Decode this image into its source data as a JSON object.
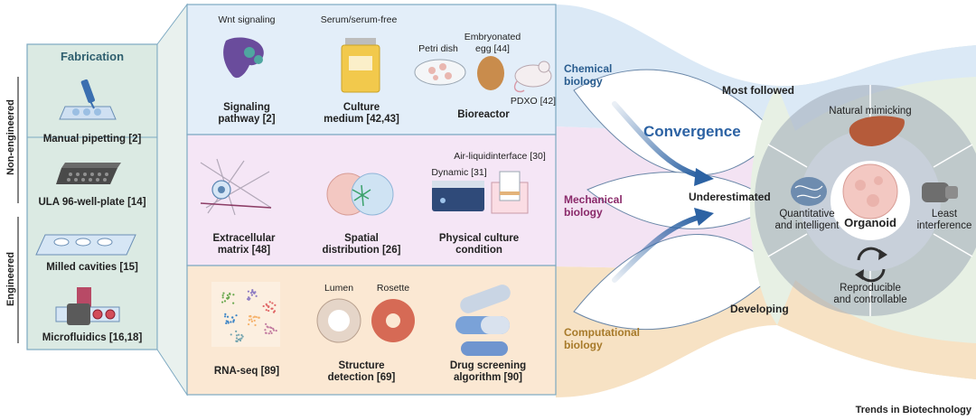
{
  "fabrication": {
    "title": "Fabrication",
    "non_engineered_label": "Non-engineered",
    "engineered_label": "Engineered",
    "items": [
      {
        "label": "Manual pipetting [2]"
      },
      {
        "label": "ULA 96-well-plate [14]"
      },
      {
        "label": "Milled cavities [15]"
      },
      {
        "label": "Microfluidics [16,18]"
      }
    ]
  },
  "chemical": {
    "wnt_label": "Wnt signaling",
    "serum_label": "Serum/serum-free",
    "petri_label": "Petri dish",
    "egg_label_1": "Embryonated",
    "egg_label_2": "egg [44]",
    "pdxo_label": "PDXO [42]",
    "signaling_1": "Signaling",
    "signaling_2": "pathway [2]",
    "culture_1": "Culture",
    "culture_2": "medium [42,43]",
    "bioreactor": "Bioreactor"
  },
  "mechanical": {
    "air_liquid": "Air-liquidinterface [30]",
    "dynamic": "Dynamic [31]",
    "ecm_1": "Extracellular",
    "ecm_2": "matrix [48]",
    "spatial_1": "Spatial",
    "spatial_2": "distribution [26]",
    "physical_1": "Physical culture",
    "physical_2": "condition"
  },
  "computational": {
    "lumen": "Lumen",
    "rosette": "Rosette",
    "rnaseq": "RNA-seq [89]",
    "structure_1": "Structure",
    "structure_2": "detection [69]",
    "drug_1": "Drug screening",
    "drug_2": "algorithm [90]"
  },
  "flow": {
    "chemical_biology_1": "Chemical",
    "chemical_biology_2": "biology",
    "mechanical_biology_1": "Mechanical",
    "mechanical_biology_2": "biology",
    "computational_biology_1": "Computational",
    "computational_biology_2": "biology",
    "convergence": "Convergence",
    "most_followed": "Most followed",
    "underestimated": "Underestimated",
    "developing": "Developing"
  },
  "organoid": {
    "center": "Organoid",
    "natural": "Natural mimicking",
    "quant_1": "Quantitative",
    "quant_2": "and intelligent",
    "least_1": "Least",
    "least_2": "interference",
    "repro_1": "Reproducible",
    "repro_2": "and controllable"
  },
  "credit": "Trends in Biotechnology",
  "colors": {
    "fabrication_bg": "#dbeae3",
    "chemical_bg": "#e3eef9",
    "mechanical_bg": "#f5e6f6",
    "computational_bg": "#fbe8d3",
    "chemical_title": "#2a5d8f",
    "mechanical_title": "#8a2a6a",
    "computational_title": "#a77a2a",
    "convergence": "#2c62a3",
    "organoid_ring": "#9aa7b6",
    "organoid_inner": "#c3ccd6"
  }
}
